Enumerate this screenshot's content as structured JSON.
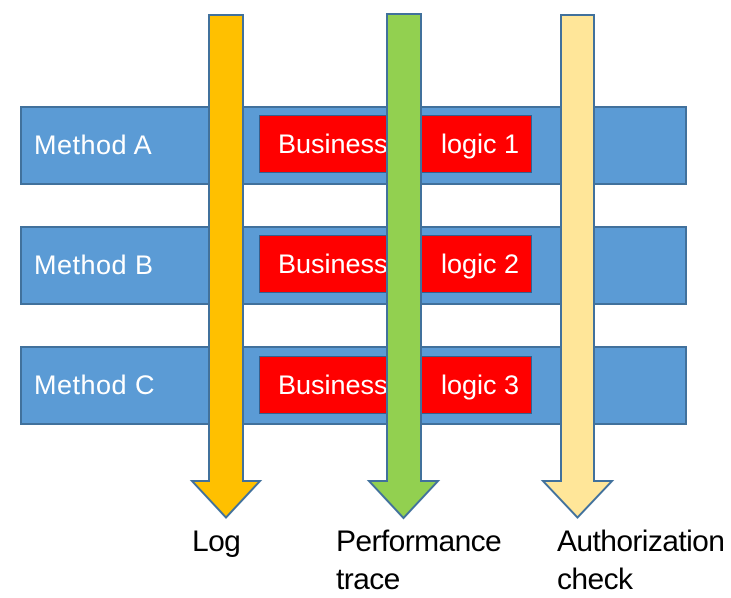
{
  "diagram": {
    "rows": [
      {
        "method": "Method A",
        "business": "Business",
        "logic": "logic 1"
      },
      {
        "method": "Method B",
        "business": "Business",
        "logic": "logic 2"
      },
      {
        "method": "Method C",
        "business": "Business",
        "logic": "logic 3"
      }
    ],
    "arrows": [
      {
        "id": "log",
        "label": "Log",
        "fill": "#FFC000"
      },
      {
        "id": "performance-trace",
        "label": "Performance trace",
        "fill": "#92D050"
      },
      {
        "id": "authorization-check",
        "label": "Authorization check",
        "fill": "#FFE699"
      }
    ],
    "colors": {
      "background": "#FFFFFF",
      "bar_fill": "#5B9BD5",
      "bar_border": "#41719C",
      "box_fill": "#FF0000",
      "box_border": "#35618F",
      "arrow_border": "#41719C",
      "text_on_blue": "#FFFFFF",
      "text_on_red": "#FFFFFF",
      "label_text": "#000000"
    }
  }
}
